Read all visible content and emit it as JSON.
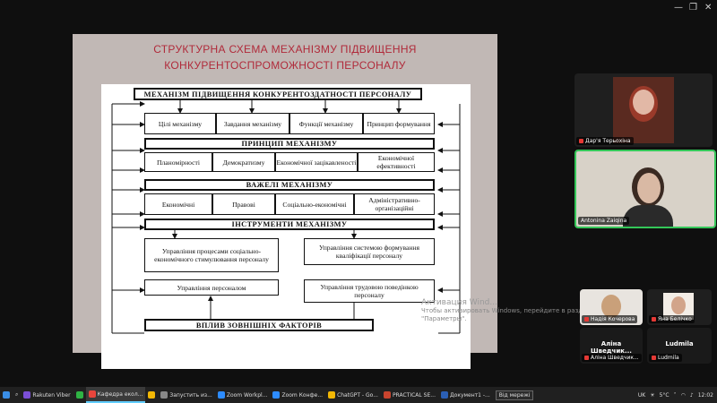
{
  "slide": {
    "title_line1": "СТРУКТУРНА СХЕМА МЕХАНІЗМУ ПІДВИЩЕННЯ",
    "title_line2": "КОНКУРЕНТОСПРОМОЖНОСТІ ПЕРСОНАЛУ"
  },
  "diagram": {
    "top": "МЕХАНІЗМ ПІДВИЩЕННЯ КОНКУРЕНТОЗДАТНОСТІ ПЕРСОНАЛУ",
    "row1": [
      "Цілі механізму",
      "Завдання механізму",
      "Функції механізму",
      "Принцип формування"
    ],
    "principle_title": "ПРИНЦИП МЕХАНІЗМУ",
    "principles": [
      "Планомірності",
      "Демократизму",
      "Економічної зацікавленості",
      "Економічної ефективності"
    ],
    "levers_title": "ВАЖЕЛІ МЕХАНІЗМУ",
    "levers": [
      "Економічні",
      "Правові",
      "Соціально-економічні",
      "Адміністративно-організаційні"
    ],
    "instruments_title": "ІНСТРУМЕНТИ МЕХАНІЗМУ",
    "instruments": [
      "Управління процесами соціально-економічного стимулювання персоналу",
      "Управління системою формування кваліфікації персоналу",
      "Управління персоналом",
      "Управління трудовою поведінкою персоналу"
    ],
    "bottom": "ВПЛИВ ЗОВНІШНІХ ФАКТОРІВ"
  },
  "participants": [
    {
      "name": "Дар'я Терьохіна",
      "muted": true
    },
    {
      "name": "Antonina Zaiqina",
      "muted": false,
      "active": true
    },
    {
      "name": "Надія Кочерова",
      "muted": true
    },
    {
      "name": "Яна Белічко",
      "muted": true
    },
    {
      "name": "Аліна Шведчик...",
      "label": "Аліна Шведчик...",
      "muted": true
    },
    {
      "name": "Ludmila",
      "label": "Ludmila",
      "muted": true
    }
  ],
  "watermark": {
    "line1": "Активация Wind...",
    "line2": "Чтобы активировать Windows, перейдите в раздел",
    "line3": "\"Параметры\"."
  },
  "taskbar": {
    "items": [
      "Rakuten Viber",
      "",
      "Кафедра екол...",
      "",
      "Запустить из...",
      "Zoom Workpl...",
      "Zoom Конфе...",
      "ChatGPT - Go...",
      "PRACTICAL SE...",
      "Документ1 -..."
    ],
    "tooltip": "Від мережі",
    "lang": "UK",
    "temp": "5°C",
    "time": "12:02"
  },
  "colors": {
    "title": "#b02a3a",
    "slide_bg": "#c1b8b5",
    "active_border": "#34c759"
  }
}
